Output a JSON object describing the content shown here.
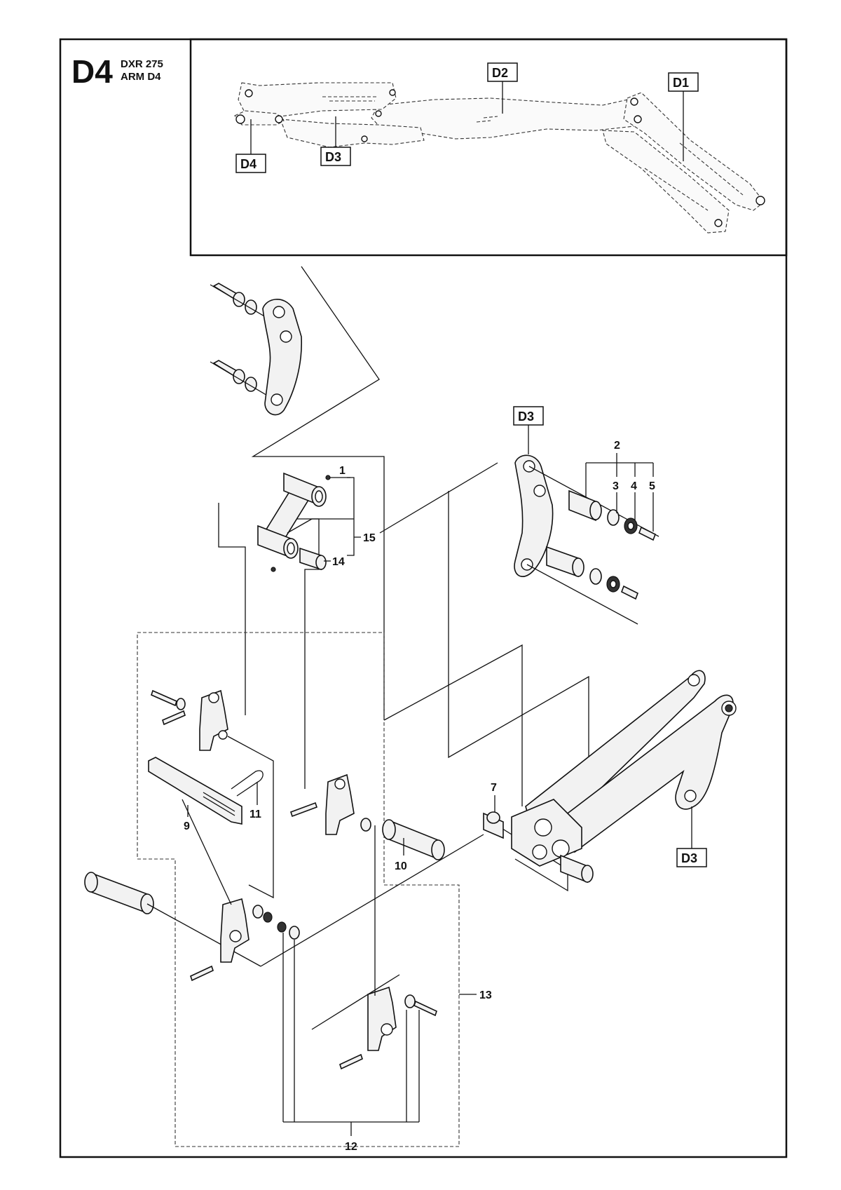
{
  "header": {
    "section": "D4",
    "model": "DXR 275",
    "group": "ARM D4"
  },
  "overview": {
    "refs": [
      "D2",
      "D1",
      "D4",
      "D3"
    ]
  },
  "refs": {
    "d3_top": "D3",
    "d3_right": "D3"
  },
  "callouts": {
    "c1": "1",
    "c2": "2",
    "c3": "3",
    "c4": "4",
    "c5": "5",
    "c7": "7",
    "c9": "9",
    "c10": "10",
    "c11": "11",
    "c12": "12",
    "c13": "13",
    "c14": "14",
    "c15": "15"
  }
}
